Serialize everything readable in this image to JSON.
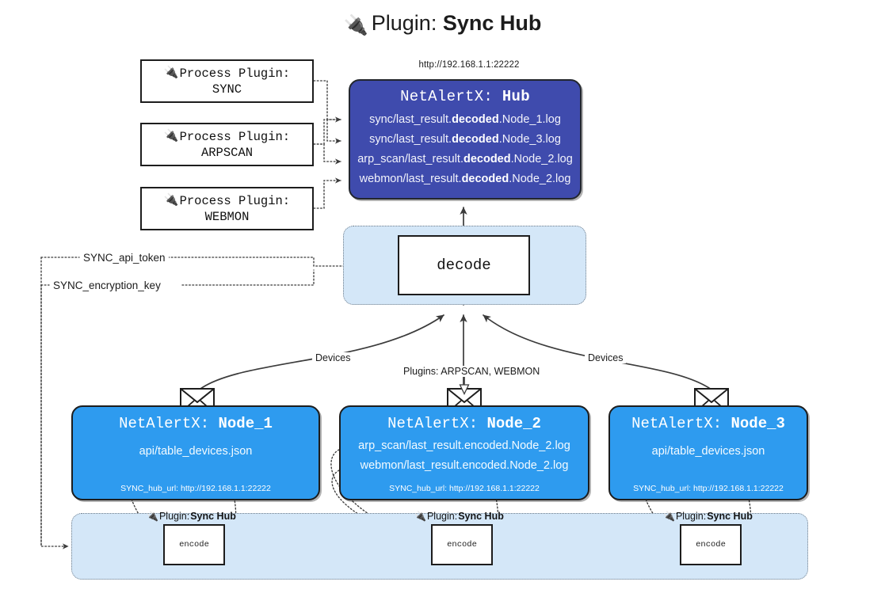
{
  "title": {
    "icon": "plug-icon",
    "glyph": "🔌",
    "prefix": "Plugin: ",
    "name": "Sync Hub"
  },
  "hub": {
    "url": "http://192.168.1.1:22222",
    "title_prefix": "NetAlertX: ",
    "title_name": "Hub",
    "logs": [
      {
        "pre": "sync/last_result.",
        "mid": "decoded",
        "post": ".Node_1.log"
      },
      {
        "pre": "sync/last_result.",
        "mid": "decoded",
        "post": ".Node_3.log"
      },
      {
        "pre": "arp_scan/last_result.",
        "mid": "decoded",
        "post": ".Node_2.log"
      },
      {
        "pre": "webmon/last_result.",
        "mid": "decoded",
        "post": ".Node_2.log"
      }
    ],
    "color": "#3f4bad"
  },
  "process_plugins": [
    {
      "line1": "Process Plugin:",
      "line2": "SYNC"
    },
    {
      "line1": "Process Plugin:",
      "line2": "ARPSCAN"
    },
    {
      "line1": "Process Plugin:",
      "line2": "WEBMON"
    }
  ],
  "decode": {
    "label": "decode",
    "container_color": "#d4e7f8"
  },
  "keys": [
    {
      "label": "SYNC_api_token"
    },
    {
      "label": "SYNC_encryption_key"
    }
  ],
  "nodes": [
    {
      "title_prefix": "NetAlertX: ",
      "title_name": "Node_1",
      "rows": [
        "api/table_devices.json"
      ],
      "url_key": "SYNC_hub_url: ",
      "url_value": "http://192.168.1.1:22222",
      "color": "#2e9bef"
    },
    {
      "title_prefix": "NetAlertX: ",
      "title_name": "Node_2",
      "rows": [
        "arp_scan/last_result.encoded.Node_2.log",
        "webmon/last_result.encoded.Node_2.log"
      ],
      "url_key": "SYNC_hub_url: ",
      "url_value": "http://192.168.1.1:22222",
      "color": "#2e9bef"
    },
    {
      "title_prefix": "NetAlertX: ",
      "title_name": "Node_3",
      "rows": [
        "api/table_devices.json"
      ],
      "url_key": "SYNC_hub_url: ",
      "url_value": "http://192.168.1.1:22222",
      "color": "#2e9bef"
    }
  ],
  "encoders": [
    {
      "plugin_prefix": "Plugin: ",
      "plugin_name": "Sync Hub",
      "box_label": "encode"
    },
    {
      "plugin_prefix": "Plugin: ",
      "plugin_name": "Sync Hub",
      "box_label": "encode"
    },
    {
      "plugin_prefix": "Plugin: ",
      "plugin_name": "Sync Hub",
      "box_label": "encode"
    }
  ],
  "edge_labels": {
    "devices_left": "Devices",
    "devices_right": "Devices",
    "plugins_center": "Plugins: ARPSCAN, WEBMON"
  }
}
